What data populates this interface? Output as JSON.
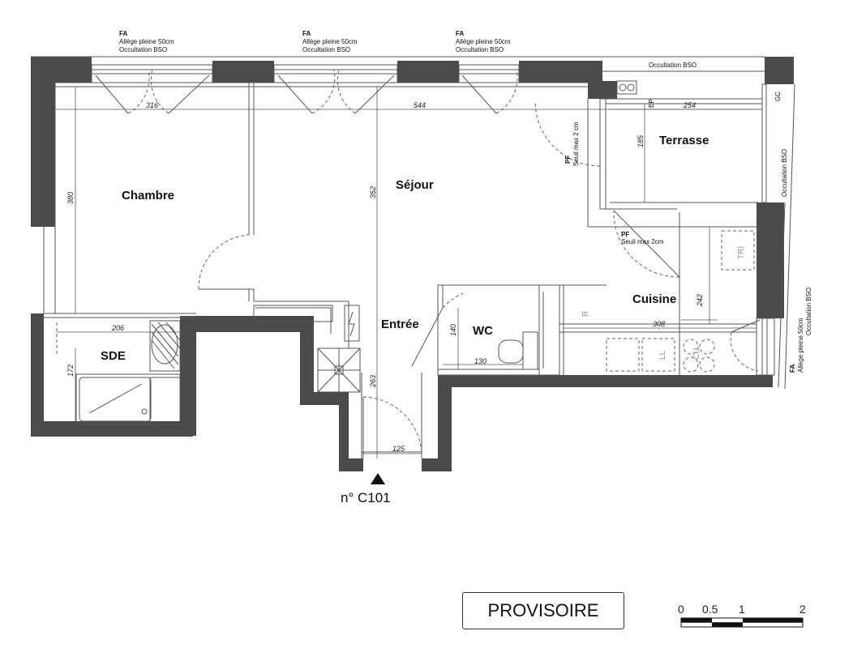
{
  "rooms": {
    "chambre": "Chambre",
    "sejour": "Séjour",
    "terrasse": "Terrasse",
    "sde": "SDE",
    "entree": "Entrée",
    "wc": "WC",
    "cuisine": "Cuisine"
  },
  "window_notes": {
    "fa": "FA",
    "allege": "Allège pleine 50cm",
    "occultation": "Occultation BSO",
    "occultation_top": "Occultation BSO",
    "occultation_right": "Occultation BSO",
    "fa_kitchen_1": "Allège pleine 50cm",
    "fa_kitchen_2": "Occultation BSO"
  },
  "door_notes": {
    "pf": "PF",
    "seuil_2cm_vertical": "Seuil max 2 cm",
    "seuil_2cm": "Seuil max 2cm"
  },
  "dimensions": {
    "d316": "316",
    "d544": "544",
    "d254": "254",
    "d185": "185",
    "d380": "380",
    "d352": "352",
    "d206": "206",
    "d172": "172",
    "d263": "263",
    "d140": "140",
    "d130": "130",
    "d125": "125",
    "d308": "308",
    "d242": "242"
  },
  "fixtures": {
    "ep": "EP",
    "gc": "GC",
    "tri": "TRI",
    "r": "R",
    "ll": "LL",
    "cu": "CU"
  },
  "lot": "n° C101",
  "status_label": "PROVISOIRE",
  "scale": {
    "t0": "0",
    "t05": "0.5",
    "t1": "1",
    "t2": "2"
  }
}
